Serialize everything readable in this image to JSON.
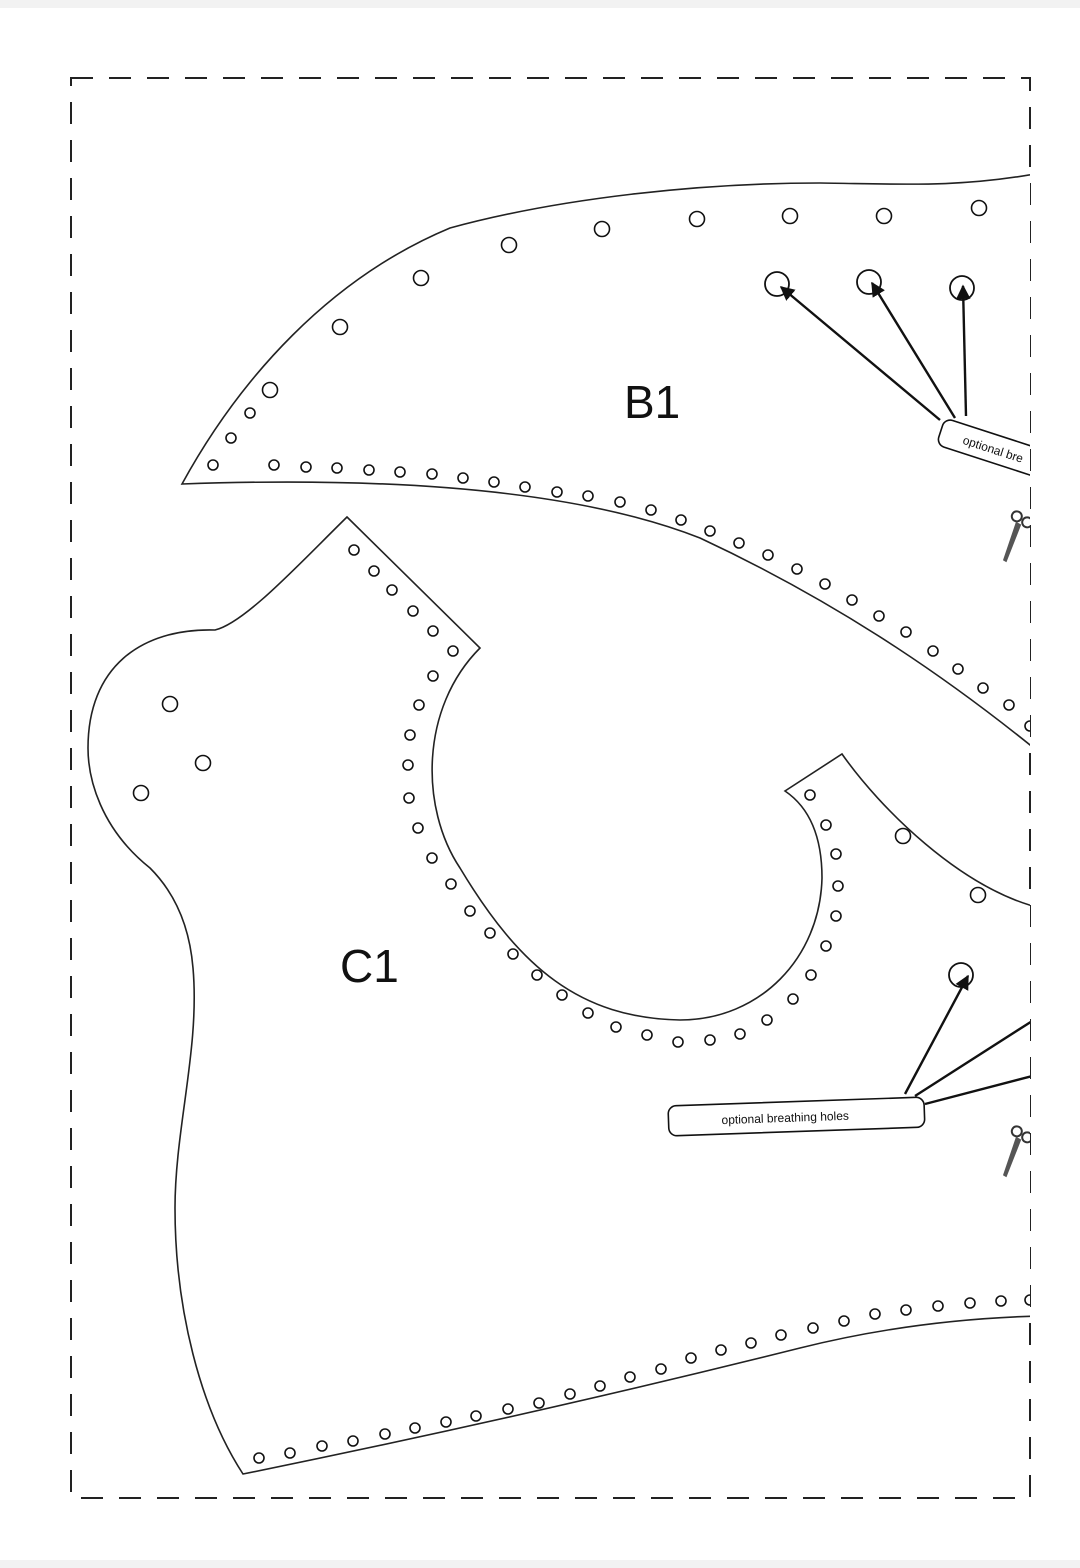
{
  "pattern": {
    "pieces": [
      {
        "id": "B1",
        "label": "B1"
      },
      {
        "id": "C1",
        "label": "C1"
      }
    ],
    "annotations": [
      {
        "id": "note-b1",
        "text": "optional bre"
      },
      {
        "id": "note-c1",
        "text": "optional breathing holes"
      }
    ],
    "icons": [
      "scissors-icon",
      "scissors-icon"
    ]
  }
}
